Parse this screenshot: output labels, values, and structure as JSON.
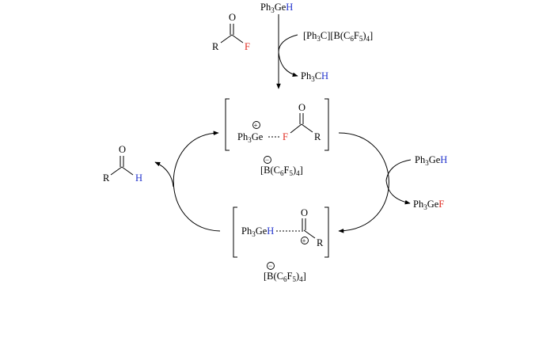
{
  "colors": {
    "text": "#000000",
    "hydrogen": "#2233cc",
    "fluorine": "#e0281e"
  },
  "atoms": {
    "R": "R",
    "O": "O",
    "F": "F",
    "H": "H"
  },
  "reagents": {
    "germane_base": "Ph",
    "germane_sub": "3",
    "germane_ge": "Ge",
    "trityl": "[Ph",
    "trityl_sub": "3",
    "trityl_c": "C][B(C",
    "c_sub": "6",
    "f": "F",
    "f_sub": "5",
    "close": ")",
    "close_sub": "4",
    "close_end": "]",
    "trityl_h_base": "Ph",
    "trityl_h_sub": "3",
    "trityl_h_c": "C"
  },
  "anion": {
    "open": "[B(C",
    "c_sub": "6",
    "f": "F",
    "f_sub": "5",
    "close": ")",
    "close_sub": "4",
    "end": "]"
  },
  "charges": {
    "plus": "+",
    "minus": "−"
  },
  "byproduct": {
    "base": "Ph",
    "sub": "3",
    "ge": "Ge"
  }
}
